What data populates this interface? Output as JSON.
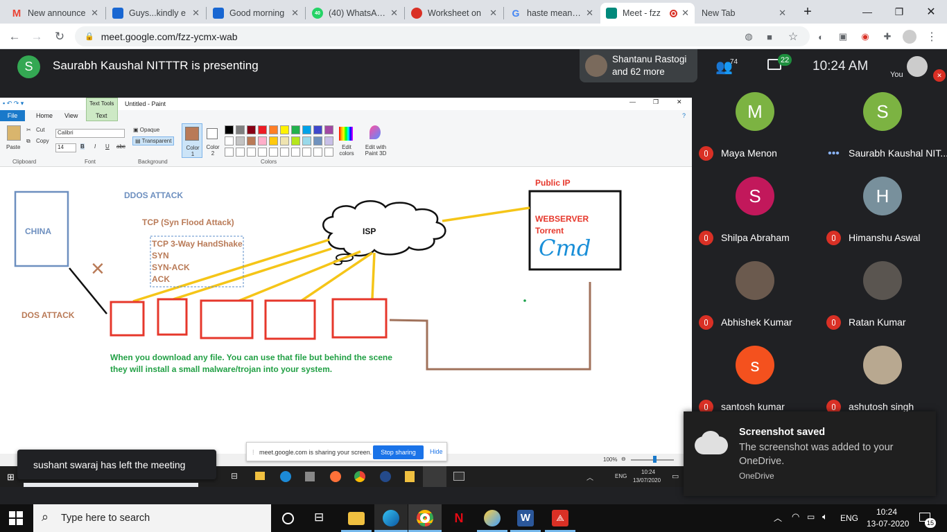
{
  "browser": {
    "tabs": [
      {
        "label": "New announce",
        "icon": "gmail-icon",
        "color": "#ea4335"
      },
      {
        "label": "Guys...kindly e",
        "icon": "classroom-icon",
        "color": "#1967d2"
      },
      {
        "label": "Good morning",
        "icon": "classroom-icon",
        "color": "#1967d2"
      },
      {
        "label": "(40) WhatsApp",
        "icon": "whatsapp-icon",
        "color": "#25d366",
        "badge": "40"
      },
      {
        "label": "Worksheet on",
        "icon": "recording-icon",
        "color": "#d93025"
      },
      {
        "label": "haste meaning",
        "icon": "google-icon",
        "color": "#4285f4"
      },
      {
        "label": "Meet - fzz",
        "icon": "meet-icon",
        "color": "#00897b"
      },
      {
        "label": "New Tab",
        "icon": "",
        "color": ""
      }
    ],
    "new_tab": "+",
    "url": "meet.google.com/fzz-ycmx-wab"
  },
  "meet": {
    "presenter_initial": "S",
    "presenter_text": "Saurabh Kaushal NITTTR is presenting",
    "participants_line1": "Shantanu Rastogi",
    "participants_line2": "and 62 more",
    "people_count": "74",
    "chat_count": "22",
    "time": "10:24 AM",
    "you_label": "You",
    "tiles": [
      {
        "name": "Maya Menon",
        "initial": "M",
        "color": "#7cb342",
        "muted": true
      },
      {
        "name": "Saurabh Kaushal NIT...",
        "initial": "S",
        "color": "#7cb342",
        "muted": false
      },
      {
        "name": "Shilpa Abraham",
        "initial": "S",
        "color": "#c2185b",
        "muted": true
      },
      {
        "name": "Himanshu Aswal",
        "initial": "H",
        "color": "#78909c",
        "muted": true
      },
      {
        "name": "Abhishek Kumar",
        "initial": "",
        "color": "#6b5a4e",
        "muted": true
      },
      {
        "name": "Ratan Kumar",
        "initial": "",
        "color": "#5a5550",
        "muted": true
      },
      {
        "name": "santosh kumar",
        "initial": "s",
        "color": "#f4511e",
        "muted": true
      },
      {
        "name": "ashutosh singh",
        "initial": "",
        "color": "#b8a890",
        "muted": true
      }
    ]
  },
  "paint": {
    "title": "Untitled - Paint",
    "tabs": [
      "File",
      "Home",
      "View",
      "Text"
    ],
    "text_tools": "Text Tools",
    "clipboard": {
      "paste": "Paste",
      "cut": "Cut",
      "copy": "Copy",
      "group": "Clipboard"
    },
    "font": {
      "name": "Calibri",
      "size": "14",
      "group": "Font"
    },
    "background": {
      "opaque": "Opaque",
      "transparent": "Transparent",
      "group": "Background"
    },
    "color1": "Color 1",
    "color2": "Color 2",
    "colors_group": "Colors",
    "edit_colors": "Edit colors",
    "paint3d": "Edit with Paint 3D",
    "zoom": "100%",
    "palette": [
      "#000000",
      "#7f7f7f",
      "#880015",
      "#ed1c24",
      "#ff7f27",
      "#fff200",
      "#22b14c",
      "#00a2e8",
      "#3f48cc",
      "#a349a4",
      "#ffffff",
      "#c3c3c3",
      "#b97a57",
      "#ffaec9",
      "#ffc90e",
      "#efe4b0",
      "#b5e61d",
      "#99d9ea",
      "#7092be",
      "#c8bfe7"
    ]
  },
  "diagram": {
    "china": "CHINA",
    "ddos": "DDOS ATTACK",
    "tcp_title": "TCP (Syn Flood Attack)",
    "handshake": [
      "TCP 3-Way HandShake",
      "SYN",
      "SYN-ACK",
      "ACK"
    ],
    "dos": "DOS ATTACK",
    "isp": "ISP",
    "public_ip": "Public IP",
    "webserver": "WEBSERVER",
    "torrent": "Torrent",
    "handwriting": "Cmd",
    "note_line1": "When you download any file. You can use that file but behind the scene",
    "note_line2": "they will install a small malware/trojan into your system.",
    "cross": "×"
  },
  "share_bar": {
    "text": "meet.google.com is sharing your screen.",
    "stop": "Stop sharing",
    "hide": "Hide"
  },
  "inner_taskbar": {
    "lang": "ENG",
    "time": "10:24",
    "date": "13/07/2020"
  },
  "left_toast": "sushant swaraj has left the meeting",
  "notification": {
    "title": "Screenshot saved",
    "body": "The screenshot was added to your OneDrive.",
    "source": "OneDrive"
  },
  "taskbar": {
    "search_placeholder": "Type here to search",
    "lang": "ENG",
    "time": "10:24",
    "date": "13-07-2020",
    "notif_count": "15"
  }
}
